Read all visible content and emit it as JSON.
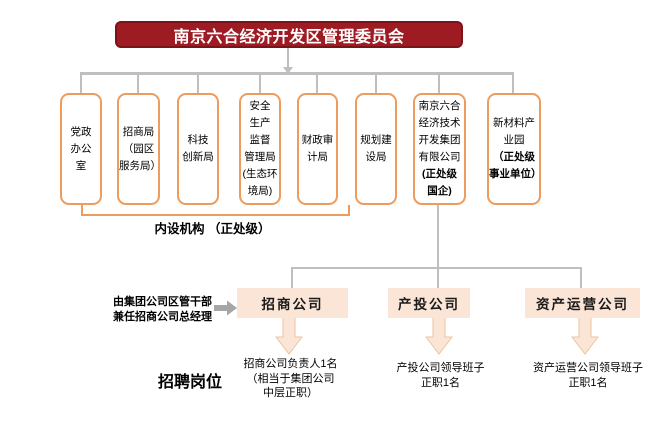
{
  "title": "南京六合经济开发区管理委员会",
  "colors": {
    "title_bg": "#9e1b23",
    "dept_border": "#ed9c5e",
    "subsidiary_bg": "#fbe5d6",
    "connector_gray": "#bfbfbf",
    "annotation_arrow_gray": "#a6a6a6"
  },
  "departments": [
    {
      "label": "党政\n办公\n室"
    },
    {
      "label": "招商局\n（园区\n服务局）"
    },
    {
      "label": "科技\n创新局"
    },
    {
      "label": "安全\n生产\n监督\n管理局\n(生态环\n境局)"
    },
    {
      "label": "财政审\n计局"
    },
    {
      "label": "规划建\n设局"
    },
    {
      "label": "南京六合\n经济技术\n开发集团\n有限公司",
      "label_bold": "(正处级\n国企)"
    },
    {
      "label": "新材料产\n业园",
      "label_bold": "（正处级\n事业单位）"
    }
  ],
  "bracket_label": "内设机构 （正处级）",
  "subsidiaries": [
    {
      "name": "招商公司",
      "note": "招商公司负责人1名\n（相当于集团公司\n中层正职）"
    },
    {
      "name": "产投公司",
      "note": "产投公司领导班子\n正职1名"
    },
    {
      "name": "资产运营公司",
      "note": "资产运营公司领导班子\n正职1名"
    }
  ],
  "annotation": "由集团公司区管干部\n兼任招商公司总经理",
  "recruit_label": "招聘岗位"
}
